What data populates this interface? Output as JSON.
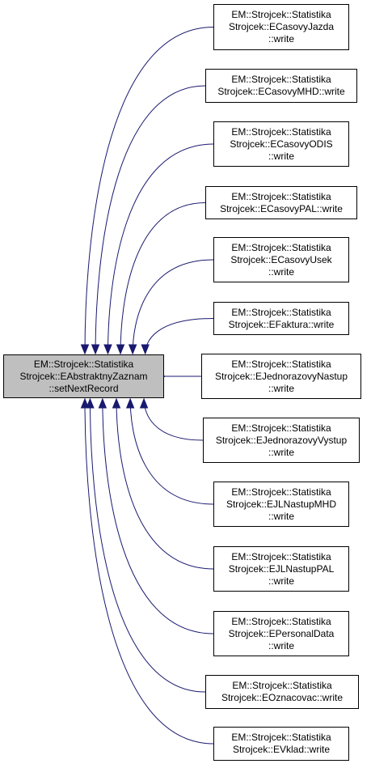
{
  "colors": {
    "edge": "#191970",
    "focus_fill": "#bfbfbf",
    "node_border": "#000000"
  },
  "root": {
    "lines": [
      "EM::Strojcek::Statistika",
      "Strojcek::EAbstraktnyZaznam",
      "::setNextRecord"
    ]
  },
  "callers": [
    {
      "lines": [
        "EM::Strojcek::Statistika",
        "Strojcek::ECasovyJazda",
        "::write"
      ]
    },
    {
      "lines": [
        "EM::Strojcek::Statistika",
        "Strojcek::ECasovyMHD::write"
      ]
    },
    {
      "lines": [
        "EM::Strojcek::Statistika",
        "Strojcek::ECasovyODIS",
        "::write"
      ]
    },
    {
      "lines": [
        "EM::Strojcek::Statistika",
        "Strojcek::ECasovyPAL::write"
      ]
    },
    {
      "lines": [
        "EM::Strojcek::Statistika",
        "Strojcek::ECasovyUsek",
        "::write"
      ]
    },
    {
      "lines": [
        "EM::Strojcek::Statistika",
        "Strojcek::EFaktura::write"
      ]
    },
    {
      "lines": [
        "EM::Strojcek::Statistika",
        "Strojcek::EJednorazovyNastup",
        "::write"
      ]
    },
    {
      "lines": [
        "EM::Strojcek::Statistika",
        "Strojcek::EJednorazovyVystup",
        "::write"
      ]
    },
    {
      "lines": [
        "EM::Strojcek::Statistika",
        "Strojcek::EJLNastupMHD",
        "::write"
      ]
    },
    {
      "lines": [
        "EM::Strojcek::Statistika",
        "Strojcek::EJLNastupPAL",
        "::write"
      ]
    },
    {
      "lines": [
        "EM::Strojcek::Statistika",
        "Strojcek::EPersonalData",
        "::write"
      ]
    },
    {
      "lines": [
        "EM::Strojcek::Statistika",
        "Strojcek::EOznacovac::write"
      ]
    },
    {
      "lines": [
        "EM::Strojcek::Statistika",
        "Strojcek::EVklad::write"
      ]
    }
  ]
}
